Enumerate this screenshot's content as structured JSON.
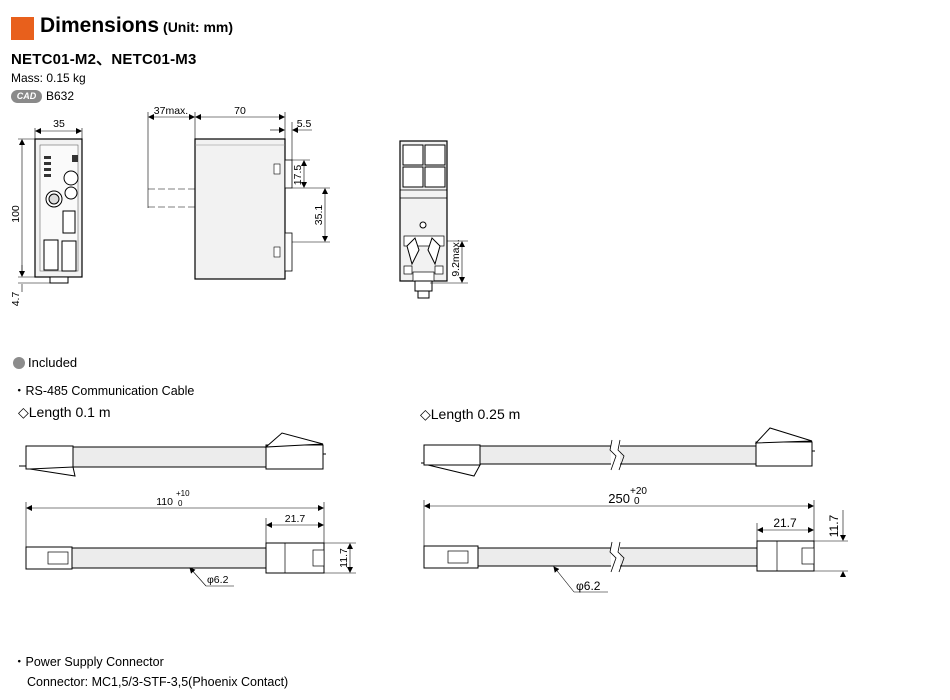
{
  "header": {
    "title": "Dimensions",
    "unit": "(Unit: mm)",
    "accent_color": "#e8601c"
  },
  "model": "NETC01-M2、NETC01-M3",
  "mass": "Mass: 0.15 kg",
  "cad": {
    "badge": "CAD",
    "code": "B632",
    "badge_color": "#8a8a8a"
  },
  "body_dims": {
    "width": "35",
    "height": "100",
    "bottom": "4.7",
    "side_depth_max": "37max.",
    "side_depth": "70",
    "side_protrusion": "5.5",
    "side_offset": "17.5",
    "side_pitch": "35.1",
    "bottom_max": "9.2max."
  },
  "included": {
    "label": "Included",
    "dot_color": "#8c8c8c"
  },
  "cable": {
    "label": "・RS-485 Communication Cable",
    "short": {
      "title": "◇Length 0.1 m",
      "length": "110",
      "tol_plus": "+10",
      "tol_minus": "0",
      "connector_len": "21.7",
      "connector_height": "11.7",
      "diameter": "φ6.2"
    },
    "long": {
      "title": "◇Length 0.25 m",
      "length": "250",
      "tol_plus": "+20",
      "tol_minus": "0",
      "connector_len": "21.7",
      "connector_height": "11.7",
      "diameter": "φ6.2"
    }
  },
  "power": {
    "label": "・Power Supply Connector",
    "connector": "Connector:  MC1,5/3-STF-3,5(Phoenix Contact)"
  }
}
